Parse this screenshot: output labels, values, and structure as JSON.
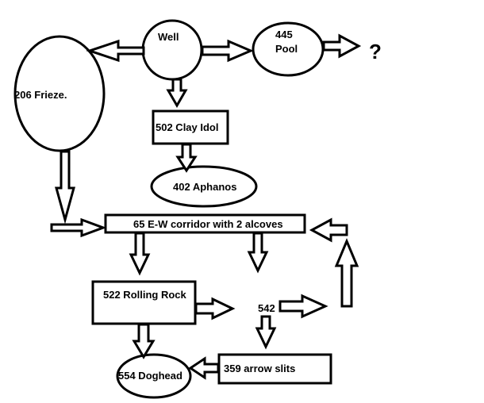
{
  "diagram": {
    "nodes": {
      "well": "Well",
      "pool_number": "445",
      "pool_name": "Pool",
      "unknown": "?",
      "frieze": "206 Frieze.",
      "clay_idol": "502 Clay Idol",
      "aphanos": "402 Aphanos",
      "corridor": "65 E-W corridor with 2 alcoves",
      "rolling_rock": "522 Rolling Rock",
      "room_542": "542",
      "arrow_slits": "359 arrow slits",
      "doghead": "554 Doghead"
    }
  }
}
